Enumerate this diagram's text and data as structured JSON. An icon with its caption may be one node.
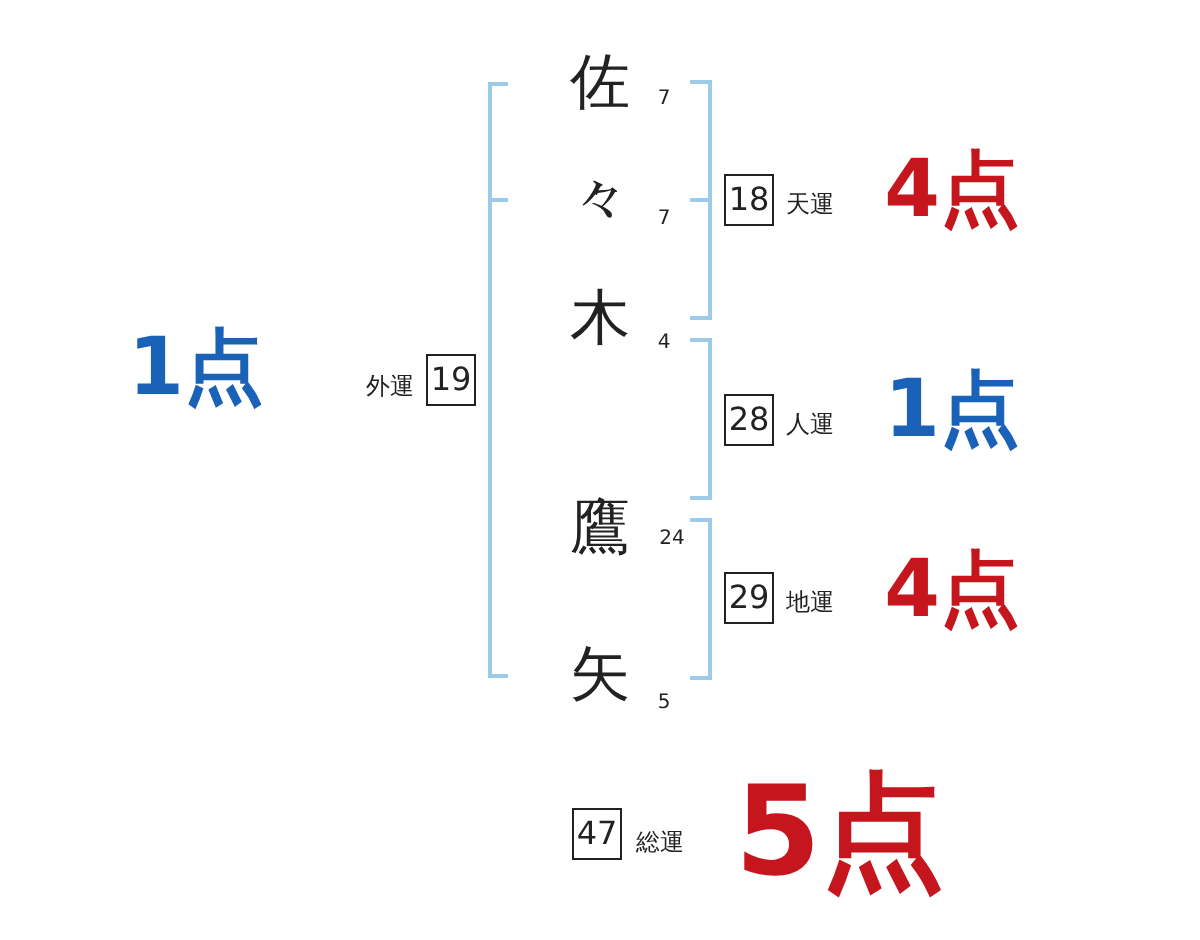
{
  "diagram": {
    "nodes": [
      {
        "text": [
          "19"
        ],
        "beside": [
          "外運",
          "1点"
        ]
      },
      {
        "text": [
          "18"
        ],
        "beside": [
          "天運",
          "4点"
        ]
      },
      {
        "text": [
          "28"
        ],
        "beside": [
          "人運",
          "1点"
        ]
      },
      {
        "text": [
          "29"
        ],
        "beside": [
          "地運",
          "4点"
        ]
      },
      {
        "text": [
          "47"
        ],
        "beside": [
          "総運",
          "5点"
        ]
      }
    ],
    "labels": [
      "佐",
      "7",
      "々",
      "7",
      "木",
      "4",
      "鷹",
      "24",
      "矢",
      "5"
    ]
  }
}
